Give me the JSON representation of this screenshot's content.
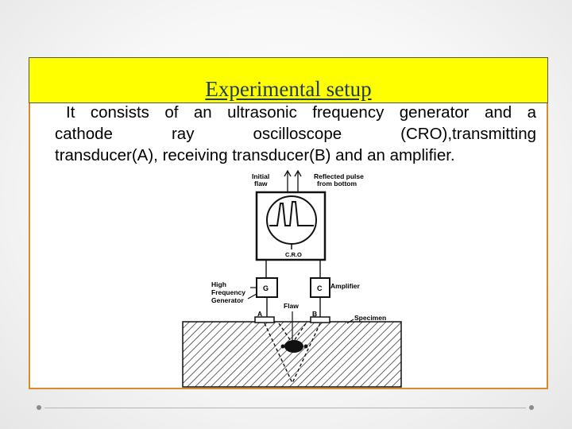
{
  "slide": {
    "title": "Experimental setup",
    "paragraph_lines": [
      "It consists of an ultrasonic frequency generator and a",
      "cathode ray oscilloscope (CRO),transmitting",
      "transducer(A), receiving transducer(B) and an amplifier."
    ]
  },
  "diagram": {
    "labels": {
      "initial_flaw": [
        "Initial",
        "flaw"
      ],
      "reflected_pulse": [
        "Reflected pulse",
        "from bottom"
      ],
      "cro": "C.R.O",
      "high_freq_gen": [
        "High",
        "Frequency",
        "Generator"
      ],
      "g_box": "G",
      "c_box": "C",
      "amplifier": "Amplifier",
      "flaw": "Flaw",
      "a_transducer": "A",
      "b_transducer": "B",
      "specimen": "Specimen"
    }
  },
  "colors": {
    "title_bar": "#ffff00",
    "title_text": "#1f3a5f",
    "frame_border": "#d98b2b"
  }
}
